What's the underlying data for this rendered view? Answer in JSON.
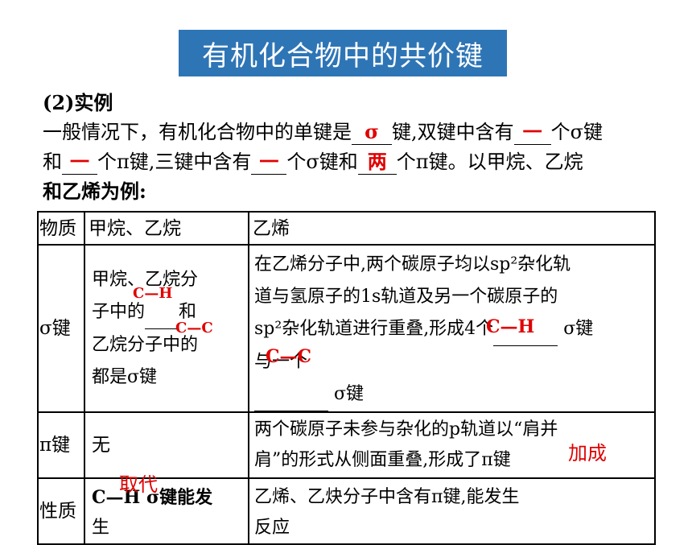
{
  "title": "有机化合物中的共价键",
  "intro": {
    "heading": "(2)实例",
    "line1_a": "一般情况下，有机化合物中的单键是",
    "blank_single": "σ",
    "line1_b": "键,双键中含有",
    "blank_double_sigma": "一",
    "line1_c": "个σ键",
    "line2_a": "和",
    "blank_double_pi": "一",
    "line2_b": "个π键,三键中含有",
    "blank_triple_sigma": "一",
    "line2_c": "个σ键和",
    "blank_triple_pi": "两",
    "line2_d": "个π键。以甲烷、乙烷",
    "line3": "和乙烯为例:"
  },
  "table": {
    "headers": [
      "物质",
      "甲烷、乙烷",
      "乙烯"
    ],
    "rows": {
      "sigma": {
        "label": "σ键",
        "col1_l1": "甲烷、乙烷分",
        "col1_l2a": "子中的",
        "col1_l2b": "和",
        "col1_l3": "乙烷分子中的",
        "col1_l4": "都是σ键",
        "col2_l1": "在乙烯分子中,两个碳原子均以sp²杂化轨",
        "col2_l2": "道与氢原子的1s轨道及另一个碳原子的",
        "col2_l3a": "sp²杂化轨道进行重叠,形成4个",
        "col2_l3b": "σ键",
        "col2_l4": "与一个",
        "col2_l5": "σ键"
      },
      "pi": {
        "label": "π键",
        "col1": "无",
        "col2_l1": "两个碳原子未参与杂化的p轨道以“肩并",
        "col2_l2": "肩”的形式从侧面重叠,形成了π键"
      },
      "property": {
        "label": "性质",
        "col1_l1": "C—H σ键能发",
        "col1_l2": "生",
        "col2_l1": "乙烯、乙炔分子中含有π键,能发生",
        "col2_l2": "反应"
      }
    }
  },
  "answers": {
    "ch": "C—H",
    "cc": "C—C",
    "ch_ethylene": "C—H",
    "cc_ethylene": "C—C",
    "addition": "加成",
    "substitution": "取代"
  }
}
